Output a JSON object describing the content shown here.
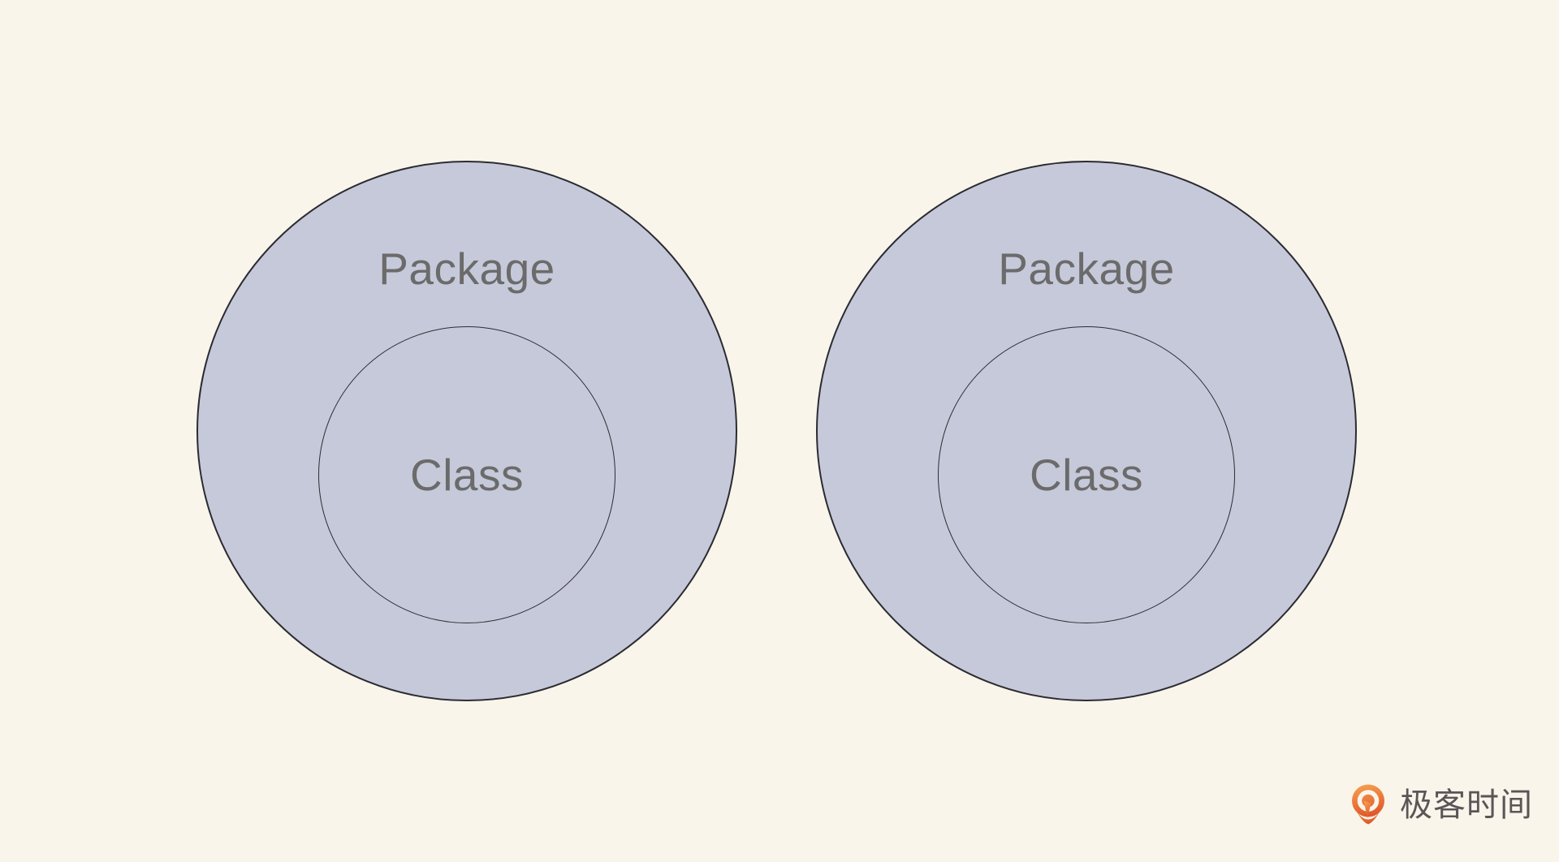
{
  "theme": {
    "bg": "#faf5ea",
    "circle_fill": "#c6c9d9",
    "circle_stroke": "#2b2b33",
    "label_color": "#6b6b6b",
    "logo_text_color": "#5a5657",
    "logo_orange_light": "#f7a452",
    "logo_orange_dark": "#e05a2b"
  },
  "diagram": {
    "type": "nested-circles",
    "groups": [
      {
        "outer_label": "Package",
        "inner_label": "Class"
      },
      {
        "outer_label": "Package",
        "inner_label": "Class"
      }
    ]
  },
  "branding": {
    "logo_text": "极客时间",
    "logo_icon": "geek-time-pin-icon"
  }
}
